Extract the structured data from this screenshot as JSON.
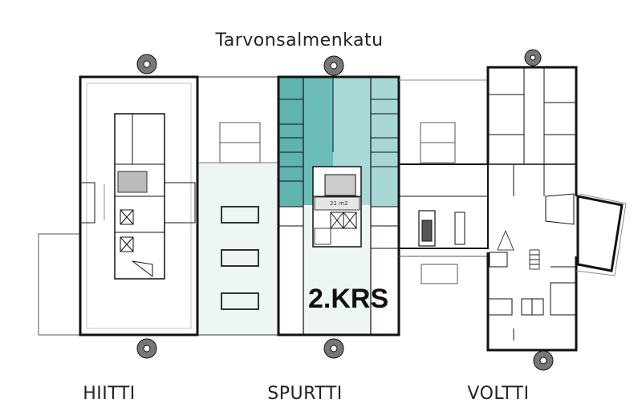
{
  "street_name": "Tarvonsalmenkatu",
  "floor_label": "2.KRS",
  "buildings": [
    {
      "name": "HIITTI"
    },
    {
      "name": "SPURTTI"
    },
    {
      "name": "VOLTTI"
    }
  ],
  "room_area_label": "21 m2",
  "colors": {
    "highlight_dark": "#5fb4ae",
    "highlight_mid": "#6cbdb7",
    "highlight_light": "#a9d9d6",
    "common_area": "#eef5f5"
  }
}
